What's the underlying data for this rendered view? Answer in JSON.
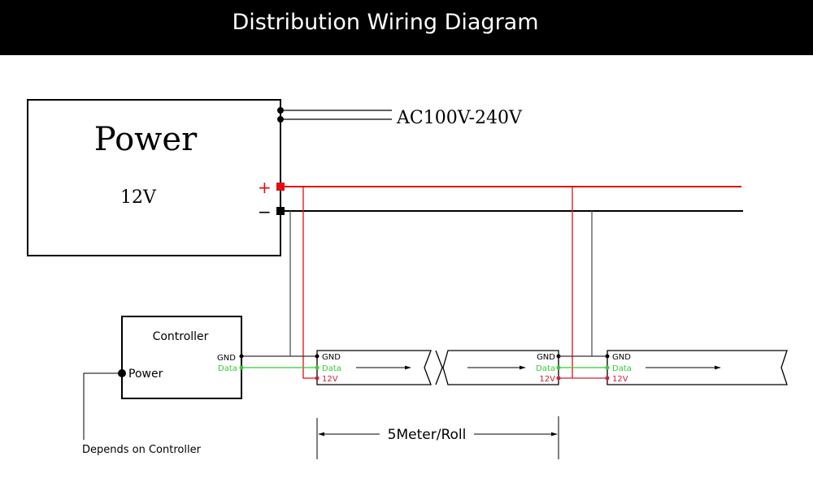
{
  "header": {
    "title": "Distribution Wiring Diagram"
  },
  "power_supply": {
    "title": "Power",
    "voltage": "12V",
    "plus_label": "+",
    "minus_label": "−",
    "ac_input_label": "AC100V-240V"
  },
  "controller": {
    "title": "Controller",
    "power_label": "Power",
    "gnd_label": "GND",
    "data_label": "Data",
    "note": "Depends on Controller"
  },
  "strips": [
    {
      "gnd_label": "GND",
      "data_label": "Data",
      "v_label": "12V",
      "pins": "left"
    },
    {
      "gnd_label": "GND",
      "data_label": "Data",
      "v_label": "12V",
      "pins": "right"
    },
    {
      "gnd_label": "GND",
      "data_label": "Data",
      "v_label": "12V",
      "pins": "left"
    }
  ],
  "dimension": {
    "label": "5Meter/Roll"
  },
  "colors": {
    "positive": "#e01010",
    "negative": "#000000",
    "data": "#33cc33",
    "strip_12v": "#cc2233",
    "ground": "#222222"
  }
}
